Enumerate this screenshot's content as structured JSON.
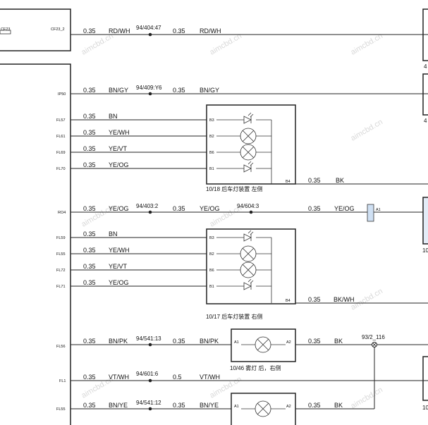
{
  "watermark": "aimcbd.cn",
  "top_connector": {
    "left_label": "CF23",
    "right_label": "CF23_2"
  },
  "pins": [
    "IP50",
    "FL57",
    "FL61",
    "FL69",
    "FL70",
    "RO4",
    "FL59",
    "FL55",
    "FL72",
    "FL71",
    "FL56",
    "FL1",
    "FL55"
  ],
  "wires": {
    "top": {
      "size": "0.35",
      "color": "RD/WH",
      "splice": "94/404:47",
      "size2": "0.35",
      "color2": "RD/WH"
    },
    "ip50": {
      "size": "0.35",
      "color": "BN/GY",
      "splice": "94/409:Y6",
      "size2": "0.35",
      "color2": "BN/GY"
    },
    "fl57": {
      "size": "0.35",
      "color": "BN"
    },
    "fl61": {
      "size": "0.35",
      "color": "YE/WH"
    },
    "fl69": {
      "size": "0.35",
      "color": "YE/VT"
    },
    "fl70": {
      "size": "0.35",
      "color": "YE/OG"
    },
    "left_out": {
      "size": "0.35",
      "color": "BK"
    },
    "ro4": {
      "size": "0.35",
      "color": "YE/OG",
      "splice": "94/403:2",
      "size2": "0.35",
      "color2": "YE/OG",
      "splice2": "94/604:3",
      "size3": "0.35",
      "color3": "YE/OG",
      "pin": "A1"
    },
    "fl59": {
      "size": "0.35",
      "color": "BN"
    },
    "fl55": {
      "size": "0.35",
      "color": "YE/WH"
    },
    "fl72": {
      "size": "0.35",
      "color": "YE/VT"
    },
    "fl71": {
      "size": "0.35",
      "color": "YE/OG"
    },
    "right_out": {
      "size": "0.35",
      "color": "BK/WH"
    },
    "fl56": {
      "size": "0.35",
      "color": "BN/PK",
      "splice": "94/541:13",
      "size2": "0.35",
      "color2": "BN/PK",
      "size3": "0.35",
      "color3": "BK",
      "ground": "93/2_116"
    },
    "fl1": {
      "size": "0.35",
      "color": "VT/WH",
      "splice": "94/601:6",
      "size2": "0.5",
      "color2": "VT/WH"
    },
    "fl55b": {
      "size": "0.35",
      "color": "BN/YE",
      "splice": "94/541:12",
      "size2": "0.35",
      "color2": "BN/YE",
      "size3": "0.35",
      "color3": "BK"
    }
  },
  "lamp_units": {
    "left": {
      "caption": "10/18 后车灯装置 左侧",
      "pins": [
        "B3",
        "B2",
        "B6",
        "B1"
      ],
      "out_pin": "B4"
    },
    "right": {
      "caption": "10/17 后车灯装置 右侧",
      "pins": [
        "B3",
        "B2",
        "B6",
        "B1"
      ],
      "out_pin": "B4"
    }
  },
  "fog_lamp": {
    "caption": "10/46 雾灯 后，右侧",
    "pin_in": "A1",
    "pin_out": "A2"
  },
  "fog_lamp2": {
    "pin_in": "A1",
    "pin_out": "A2"
  },
  "edge_labels": [
    "4",
    "4",
    "10",
    "10"
  ]
}
